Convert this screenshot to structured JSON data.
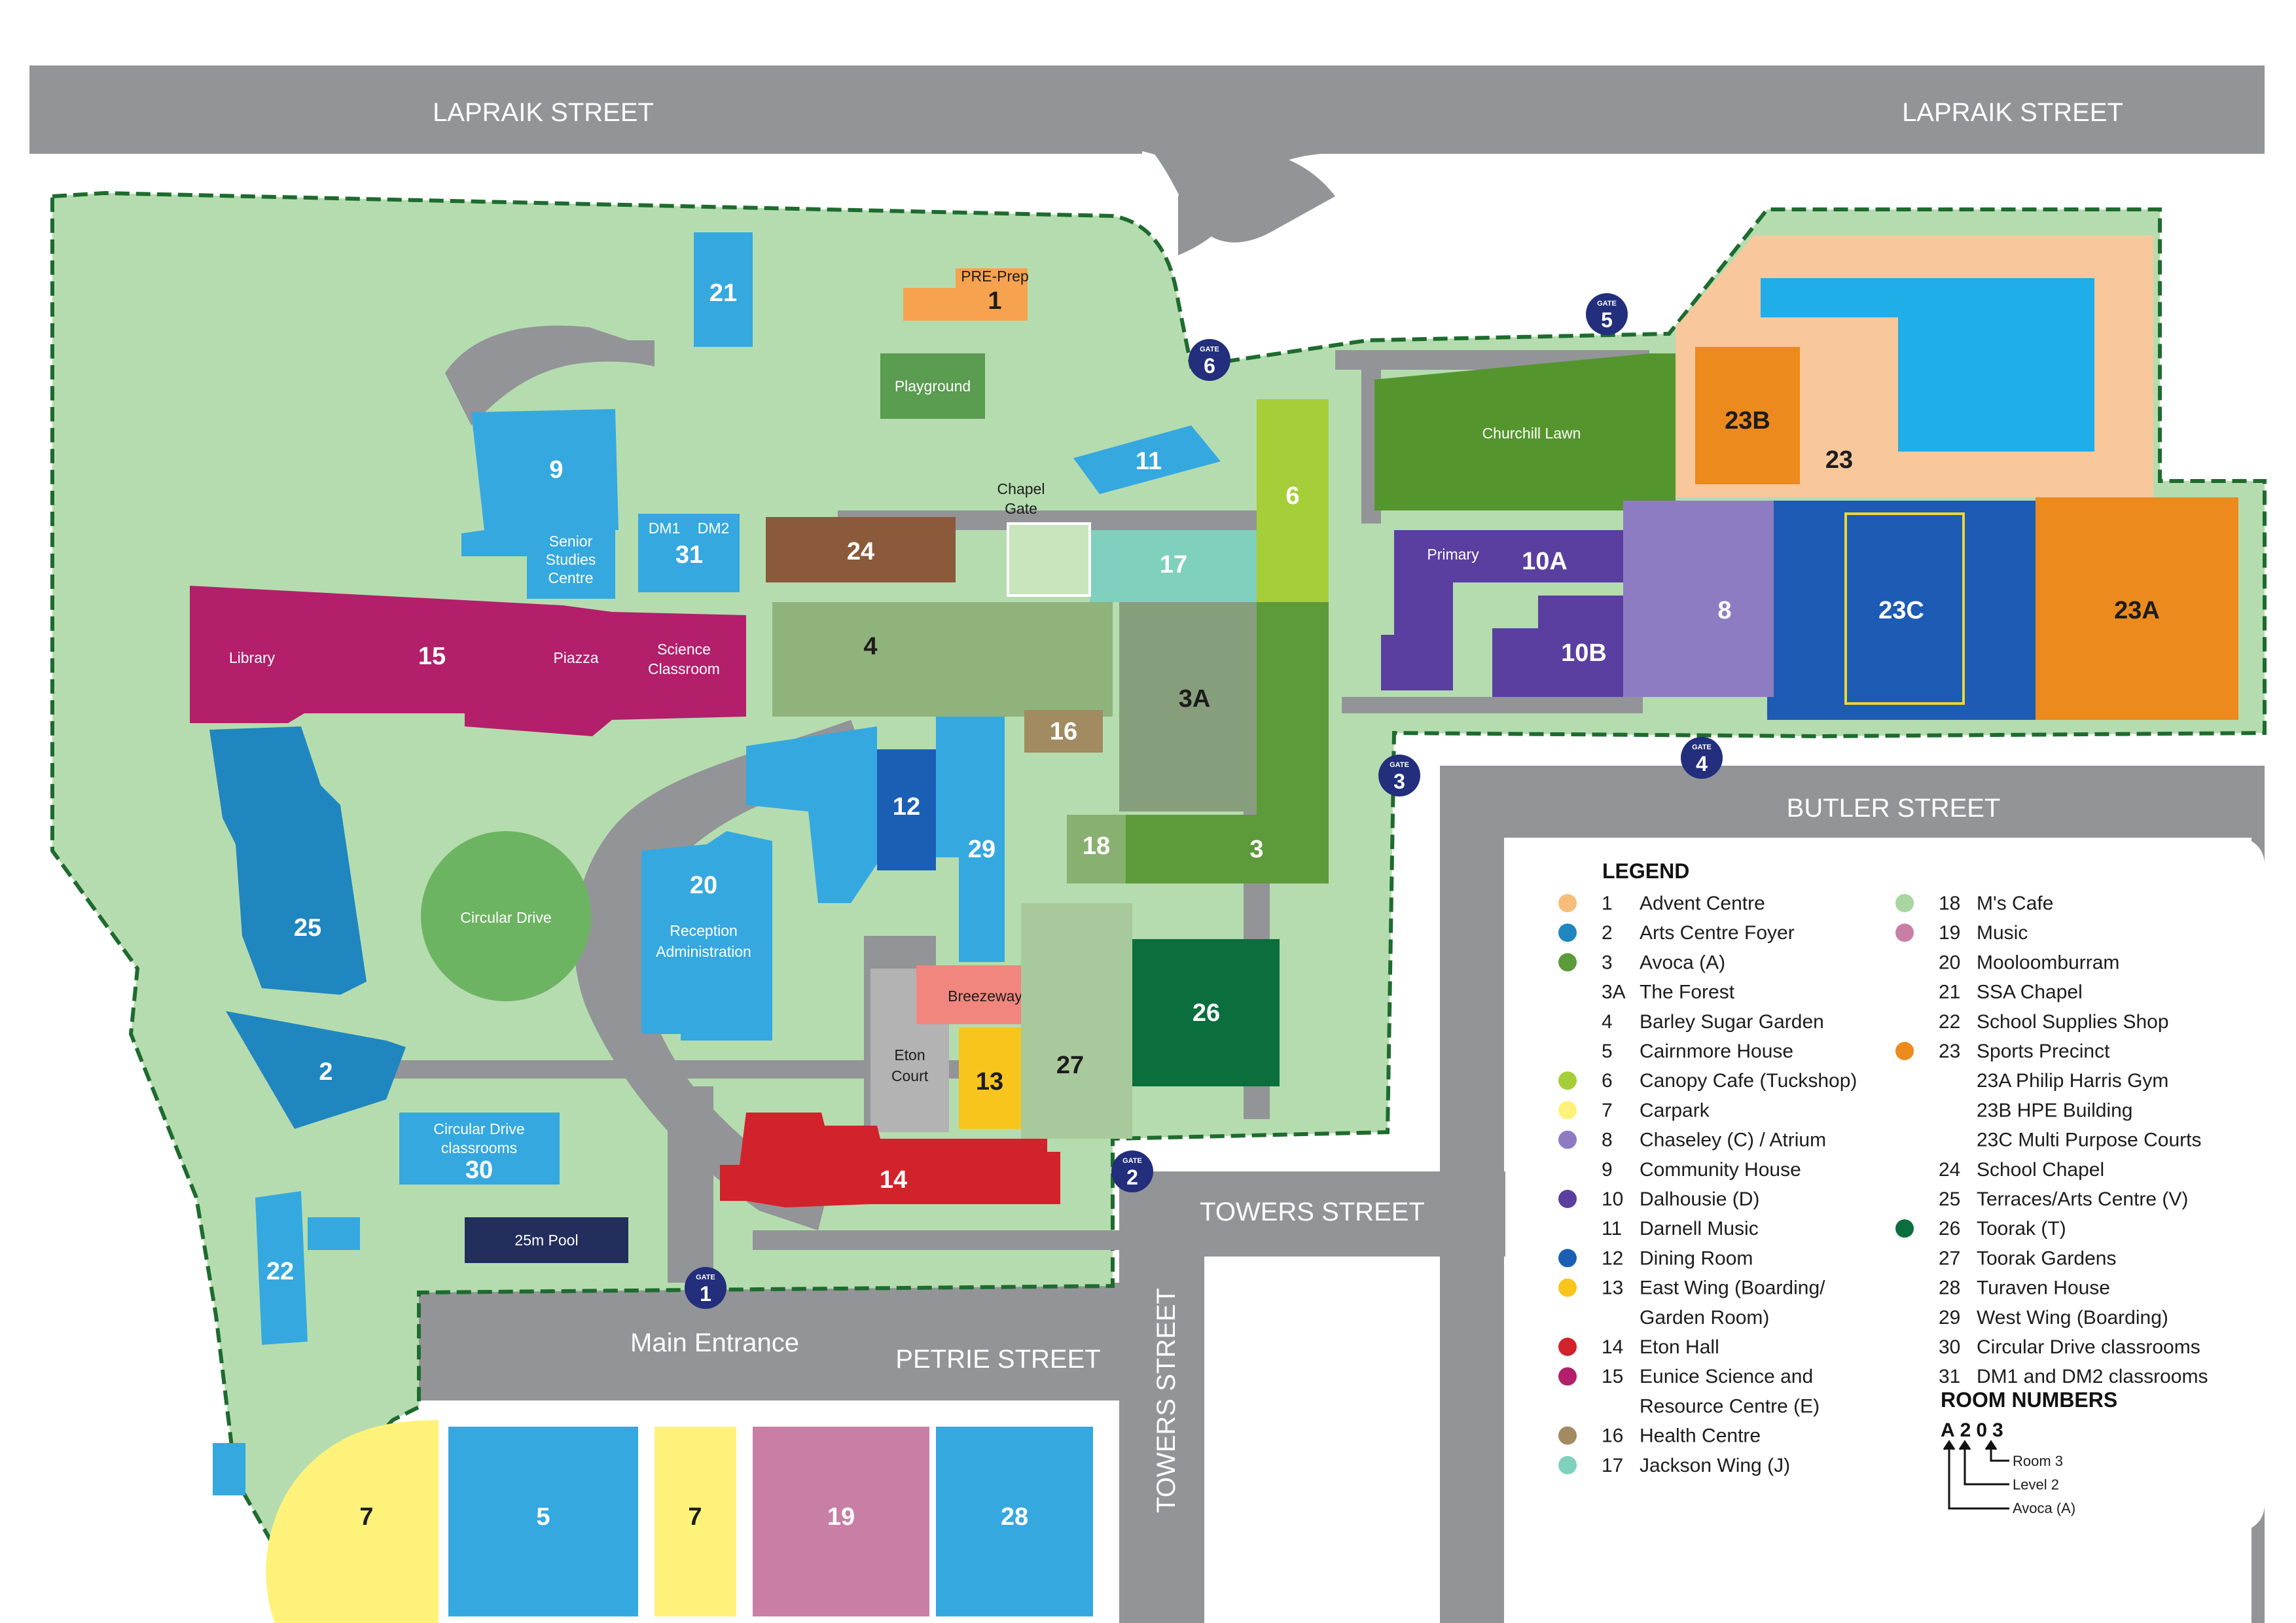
{
  "streets": {
    "lapraik_left": "LAPRAIK STREET",
    "lapraik_right": "LAPRAIK STREET",
    "butler": "BUTLER STREET",
    "towers_horizontal": "TOWERS STREET",
    "towers_vertical": "TOWERS STREET",
    "petrie": "PETRIE STREET",
    "main_entrance": "Main Entrance"
  },
  "gates": [
    {
      "word": "GATE",
      "number": "1"
    },
    {
      "word": "GATE",
      "number": "2"
    },
    {
      "word": "GATE",
      "number": "3"
    },
    {
      "word": "GATE",
      "number": "4"
    },
    {
      "word": "GATE",
      "number": "5"
    },
    {
      "word": "GATE",
      "number": "6"
    }
  ],
  "buildings": {
    "b1_name": "PRE-Prep",
    "b1_num": "1",
    "b2": "2",
    "b3": "3",
    "b3a": "3A",
    "b4": "4",
    "b5": "5",
    "b6": "6",
    "b7a": "7",
    "b7b": "7",
    "b8": "8",
    "b9": "9",
    "b10a": "10A",
    "b10b": "10B",
    "primary": "Primary",
    "b11": "11",
    "b12": "12",
    "b13": "13",
    "b14": "14",
    "b15": "15",
    "library": "Library",
    "piazza": "Piazza",
    "science_1": "Science",
    "science_2": "Classroom",
    "b16": "16",
    "b17": "17",
    "b18": "18",
    "b19": "19",
    "b20": "20",
    "reception_1": "Reception",
    "reception_2": "Administration",
    "b21": "21",
    "b22": "22",
    "b23": "23",
    "b23a": "23A",
    "b23b": "23B",
    "b23c": "23C",
    "b24": "24",
    "b25": "25",
    "b26": "26",
    "b27": "27",
    "b28": "28",
    "b29": "29",
    "b30": "30",
    "circ_class_1": "Circular Drive",
    "circ_class_2": "classrooms",
    "b31": "31",
    "dm1": "DM1",
    "dm2": "DM2",
    "senior_1": "Senior",
    "senior_2": "Studies",
    "senior_3": "Centre",
    "playground": "Playground",
    "churchill": "Churchill Lawn",
    "chapel_gate_1": "Chapel",
    "chapel_gate_2": "Gate",
    "circular_drive": "Circular Drive",
    "breezeway": "Breezeway",
    "eton_1": "Eton",
    "eton_2": "Court",
    "pool": "25m Pool"
  },
  "legend": {
    "title": "LEGEND",
    "items": [
      {
        "num": "1",
        "name": "Advent Centre",
        "color": "#f6be7a"
      },
      {
        "num": "2",
        "name": "Arts Centre Foyer",
        "color": "#1f86c0"
      },
      {
        "num": "3",
        "name": "Avoca (A)",
        "color": "#5d9a3a"
      },
      {
        "num": "3A",
        "name": "The Forest",
        "color": ""
      },
      {
        "num": "4",
        "name": "Barley Sugar Garden",
        "color": ""
      },
      {
        "num": "5",
        "name": "Cairnmore House",
        "color": ""
      },
      {
        "num": "6",
        "name": "Canopy Cafe (Tuckshop)",
        "color": "#a6ce39"
      },
      {
        "num": "7",
        "name": "Carpark",
        "color": "#fff27a"
      },
      {
        "num": "8",
        "name": "Chaseley (C) / Atrium",
        "color": "#8e7cc3"
      },
      {
        "num": "9",
        "name": "Community House",
        "color": ""
      },
      {
        "num": "10",
        "name": "Dalhousie (D)",
        "color": "#5a3fa0"
      },
      {
        "num": "11",
        "name": "Darnell Music",
        "color": ""
      },
      {
        "num": "12",
        "name": "Dining Room",
        "color": "#1b5fb5"
      },
      {
        "num": "13",
        "name": "East Wing (Boarding/",
        "color": "#f8c51c"
      },
      {
        "num": "",
        "name": "Garden Room)",
        "color": ""
      },
      {
        "num": "14",
        "name": "Eton Hall",
        "color": "#d2222c"
      },
      {
        "num": "15",
        "name": "Eunice Science and",
        "color": "#b31f6b"
      },
      {
        "num": "",
        "name": "Resource Centre (E)",
        "color": ""
      },
      {
        "num": "16",
        "name": "Health Centre",
        "color": "#a28a61"
      },
      {
        "num": "17",
        "name": "Jackson Wing (J)",
        "color": "#7fd0bd"
      },
      {
        "num": "18",
        "name": "M's Cafe",
        "color": "#a8d5a0"
      },
      {
        "num": "19",
        "name": "Music",
        "color": "#c97fa5"
      },
      {
        "num": "20",
        "name": "Mooloomburram",
        "color": ""
      },
      {
        "num": "21",
        "name": "SSA Chapel",
        "color": ""
      },
      {
        "num": "22",
        "name": "School Supplies Shop",
        "color": ""
      },
      {
        "num": "23",
        "name": "Sports Precinct",
        "color": "#ec8a1e"
      },
      {
        "num": "",
        "name": "23A Philip Harris Gym",
        "color": ""
      },
      {
        "num": "",
        "name": "23B HPE Building",
        "color": ""
      },
      {
        "num": "",
        "name": "23C Multi Purpose Courts",
        "color": ""
      },
      {
        "num": "24",
        "name": "School Chapel",
        "color": ""
      },
      {
        "num": "25",
        "name": "Terraces/Arts Centre (V)",
        "color": ""
      },
      {
        "num": "26",
        "name": "Toorak (T)",
        "color": "#0b6e3d"
      },
      {
        "num": "27",
        "name": "Toorak Gardens",
        "color": ""
      },
      {
        "num": "28",
        "name": "Turaven House",
        "color": ""
      },
      {
        "num": "29",
        "name": "West Wing (Boarding)",
        "color": ""
      },
      {
        "num": "30",
        "name": "Circular Drive classrooms",
        "color": ""
      },
      {
        "num": "31",
        "name": "DM1 and DM2 classrooms",
        "color": ""
      }
    ]
  },
  "room_numbers": {
    "title": "ROOM NUMBERS",
    "code": "A203",
    "room": "Room 3",
    "level": "Level 2",
    "building": "Avoca (A)"
  },
  "colors": {
    "road": "#929497",
    "grounds": "#b5dcaf",
    "boundary": "#1e6b2f",
    "blue_building": "#35a8e0",
    "gate": "#232e7d"
  }
}
